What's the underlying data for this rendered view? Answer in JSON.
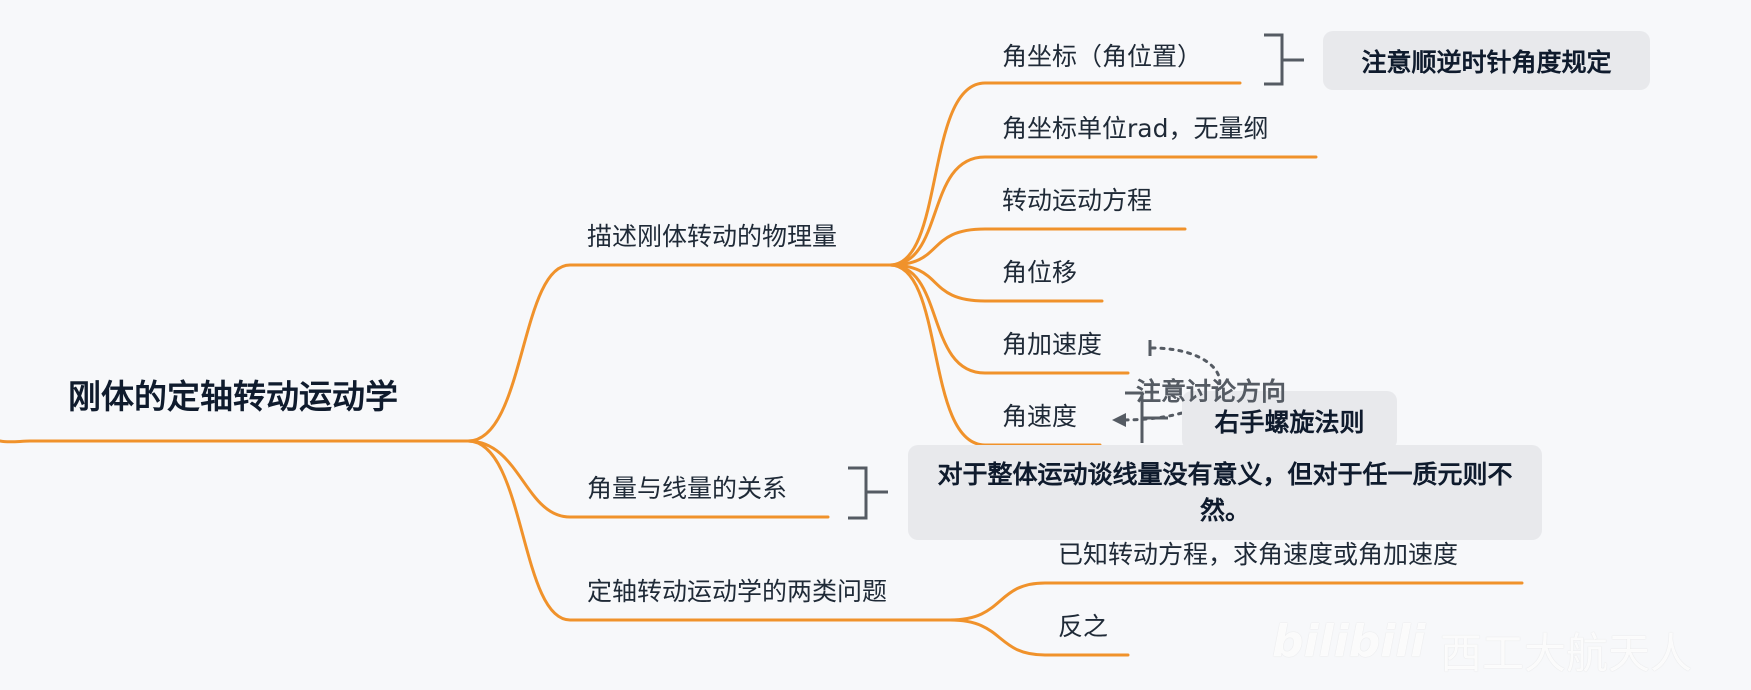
{
  "root": {
    "label": "刚体的定轴转动运动学"
  },
  "branches": [
    {
      "label": "描述刚体转动的物理量",
      "children": [
        {
          "label": "角坐标（角位置）",
          "note": "注意顺逆时针角度规定"
        },
        {
          "label": "角坐标单位rad，无量纲"
        },
        {
          "label": "转动运动方程"
        },
        {
          "label": "角位移"
        },
        {
          "label": "角加速度"
        },
        {
          "label": "角速度",
          "note": "右手螺旋法则"
        }
      ]
    },
    {
      "label": "角量与线量的关系",
      "note": "对于整体运动谈线量没有意义，但对于任一质元则不然。"
    },
    {
      "label": "定轴转动运动学的两类问题",
      "children": [
        {
          "label": "已知转动方程，求角速度或角加速度"
        },
        {
          "label": "反之"
        }
      ]
    }
  ],
  "relationship": {
    "label": "注意讨论方向"
  },
  "watermark": {
    "logo": "bilibili",
    "text": "西工大航天人"
  },
  "colors": {
    "branch_line": "#f0922b",
    "bracket": "#555b63",
    "callout_bg": "#e8e9ec"
  }
}
